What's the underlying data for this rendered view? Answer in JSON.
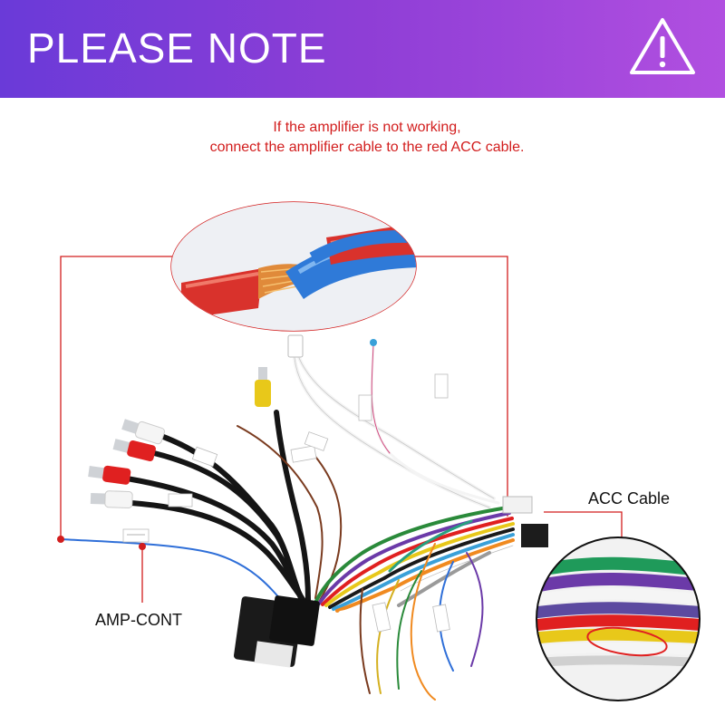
{
  "banner": {
    "title": "PLEASE NOTE",
    "icon": "warning-triangle-icon",
    "gradient_start": "#6a3ad8",
    "gradient_end": "#b14fe0"
  },
  "note": {
    "line1": "If the amplifier is not working,",
    "line2": "connect the amplifier cable to the red ACC cable.",
    "color": "#d21d1d"
  },
  "labels": {
    "acc": "ACC Cable",
    "amp": "AMP-CONT"
  },
  "colors": {
    "callout_line": "#d21d1d",
    "amp_wire": "#2f6fd8",
    "acc_wire": "#e02020"
  }
}
